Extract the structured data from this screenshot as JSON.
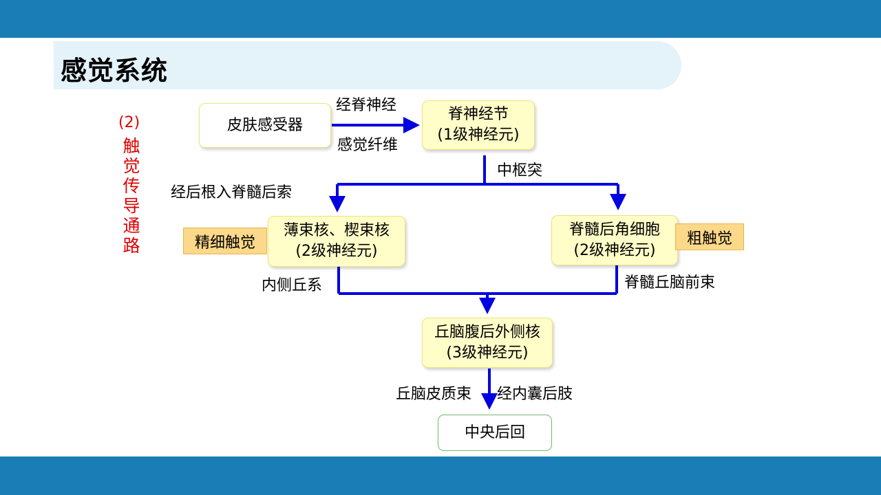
{
  "slide": {
    "title": "感觉系统",
    "section_number": "(2)",
    "section_title": "触觉传导通路"
  },
  "nodes": {
    "skin_receptor": "皮肤感受器",
    "spinal_ganglion": [
      "脊神经节",
      "(1级神经元)"
    ],
    "gracile_cuneate": [
      "薄束核、楔束核",
      "(2级神经元)"
    ],
    "dorsal_horn": [
      "脊髓后角细胞",
      "(2级神经元)"
    ],
    "vpl_thalamus": [
      "丘脑腹后外侧核",
      "(3级神经元)"
    ],
    "postcentral_gyrus": "中央后回"
  },
  "tags": {
    "fine_touch": "精细触觉",
    "coarse_touch": "粗触觉"
  },
  "edge_labels": {
    "via_spinal_nerve": "经脊神经",
    "sensory_fiber": "感觉纤维",
    "central_process": "中枢突",
    "dorsal_root_column": "经后根入脊髓后索",
    "medial_lemniscus": "内侧丘系",
    "spinothalamic_anterior": "脊髓丘脑前束",
    "thalamocortical": "丘脑皮质束",
    "internal_capsule": "经内囊后肢"
  },
  "colors": {
    "header_bar": "#1a7db5",
    "title_band": "#e4f2fa",
    "arrow": "#0000e0",
    "section_text": "#e00000",
    "node_fill": "#fffdc8",
    "tag_fill": "#fcd88a"
  }
}
